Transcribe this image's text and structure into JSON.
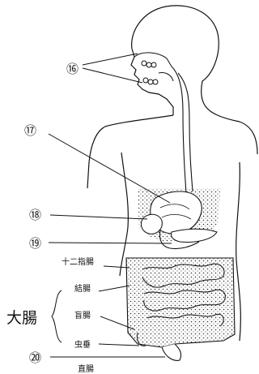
{
  "markers": {
    "m16": "⑯",
    "m17": "⑰",
    "m18": "⑱",
    "m19": "⑲",
    "m20": "⑳"
  },
  "labels": {
    "duodenum": "十二指腸",
    "colon": "結腸",
    "cecum": "盲腸",
    "appendix": "虫垂",
    "rectum": "直腸",
    "large_intestine": "大腸"
  }
}
